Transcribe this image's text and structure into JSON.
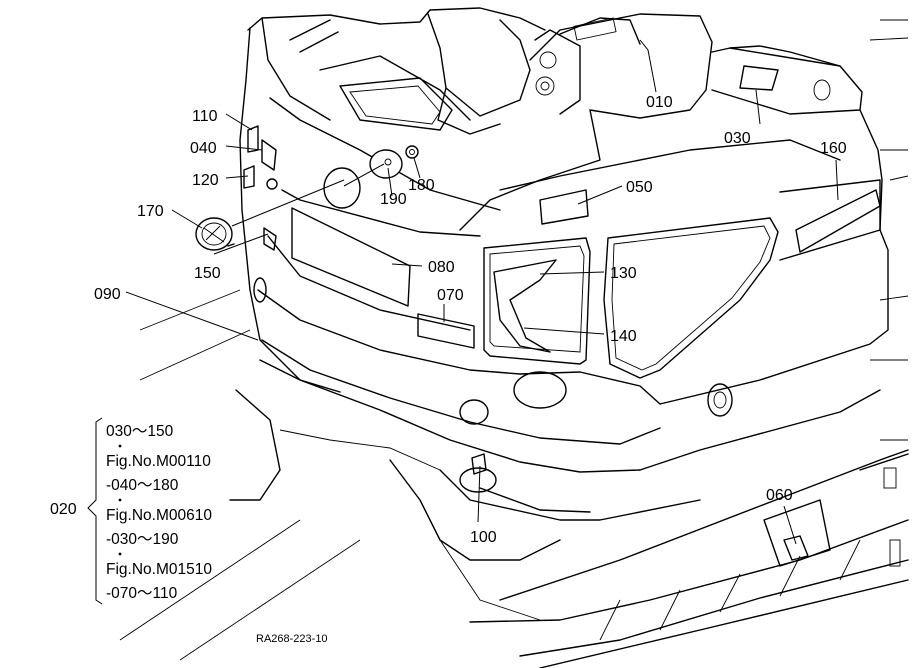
{
  "callouts": {
    "c010": "010",
    "c020": "020",
    "c030": "030",
    "c040": "040",
    "c050": "050",
    "c060": "060",
    "c070": "070",
    "c080": "080",
    "c090": "090",
    "c100": "100",
    "c110": "110",
    "c120": "120",
    "c130": "130",
    "c140": "140",
    "c150": "150",
    "c160": "160",
    "c170": "170",
    "c180": "180",
    "c190": "190"
  },
  "note": {
    "line1": "030～150",
    "line2": "Fig.No.M00110",
    "line3": "-040～180",
    "line4": "Fig.No.M00610",
    "line5": "-030～190",
    "line6": "Fig.No.M01510",
    "line7": "-070～110"
  },
  "drawing_code": "RA268-223-10"
}
